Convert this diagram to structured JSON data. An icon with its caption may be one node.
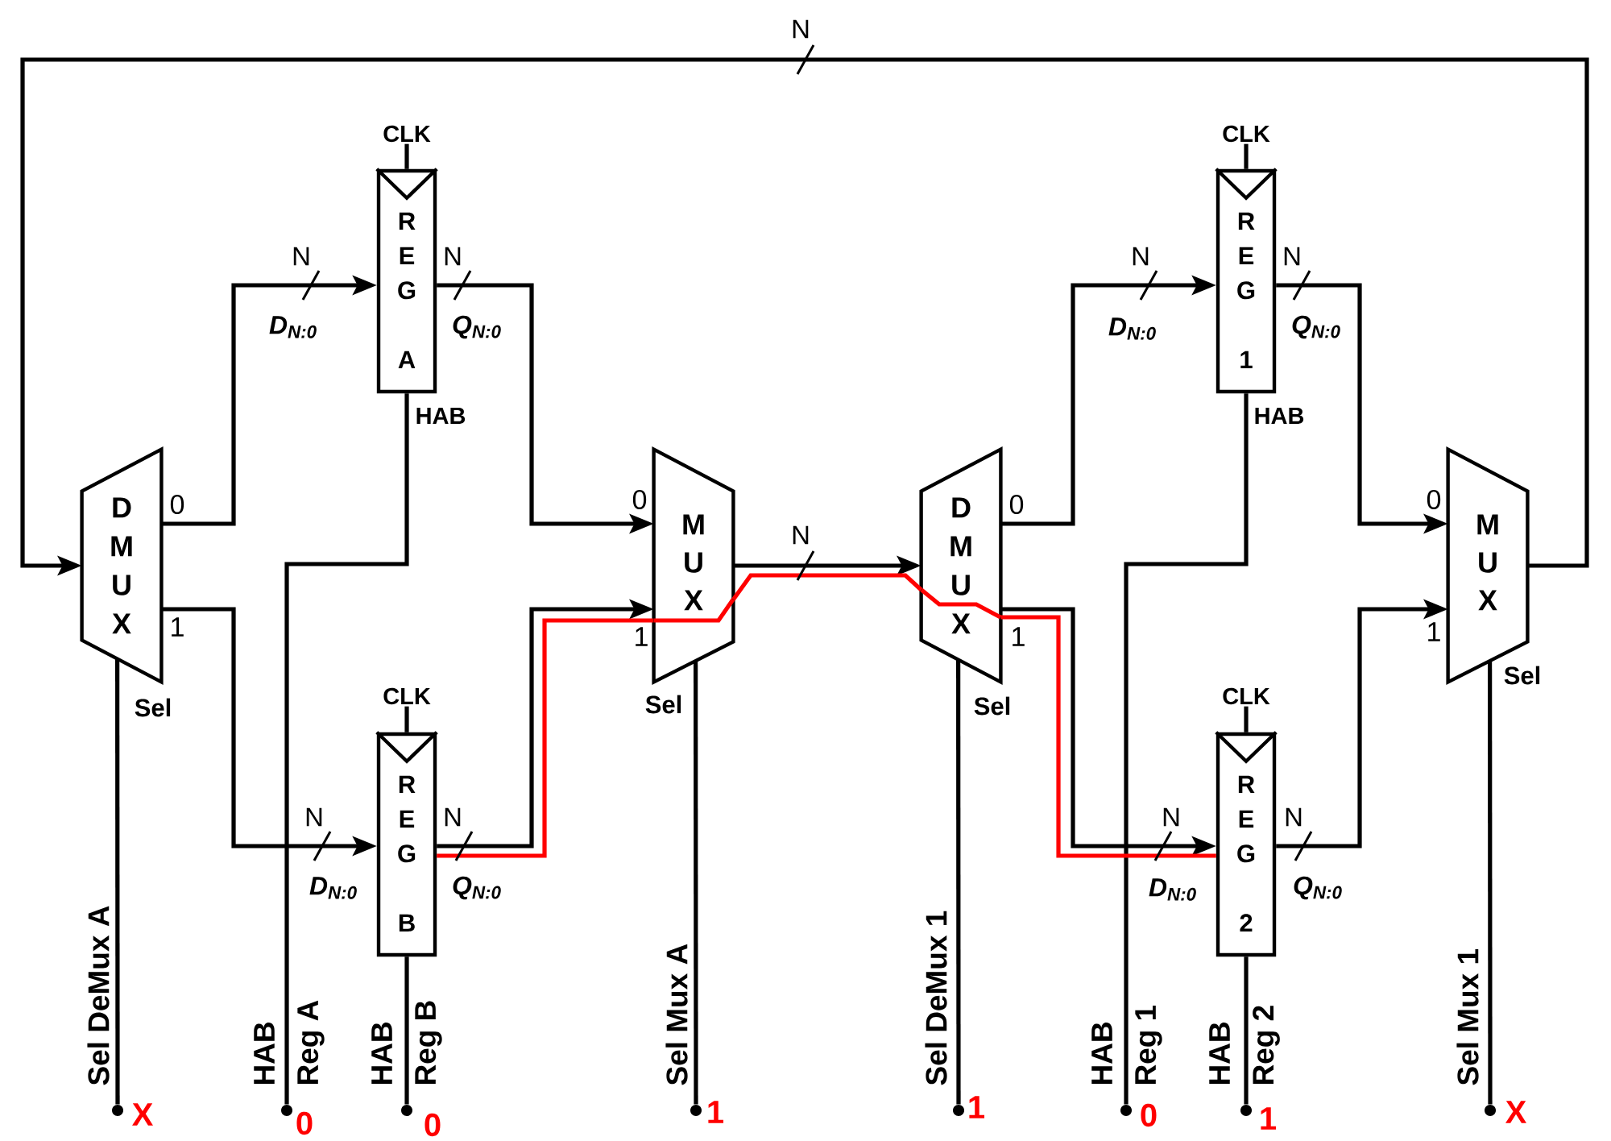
{
  "diagram": {
    "nodes": [
      {
        "text": [
          "CLK"
        ]
      },
      {
        "text": [
          "R E G",
          "A"
        ],
        "beside": [
          "D$_{N:0}$",
          "Q$_{N:0}$",
          "HAB"
        ]
      },
      {
        "text": [
          "CLK"
        ]
      },
      {
        "text": [
          "R E G",
          "1"
        ],
        "beside": [
          "D$_{N:0}$",
          "Q$_{N:0}$",
          "HAB"
        ]
      },
      {
        "text": [
          "D M U X"
        ],
        "beside": [
          "0",
          "1",
          "Sel"
        ]
      },
      {
        "text": [
          "M U X"
        ],
        "beside": [
          "0",
          "1",
          "Sel"
        ]
      },
      {
        "text": [
          "D M U X"
        ],
        "beside": [
          "0",
          "1",
          "Sel"
        ]
      },
      {
        "text": [
          "M U X"
        ],
        "beside": [
          "0",
          "1",
          "Sel"
        ]
      },
      {
        "text": [
          "CLK"
        ]
      },
      {
        "text": [
          "R E G",
          "B"
        ],
        "beside": [
          "D$_{N:0}$",
          "Q$_{N:0}$"
        ]
      },
      {
        "text": [
          "CLK"
        ]
      },
      {
        "text": [
          "R E G",
          "2"
        ],
        "beside": [
          "D$_{N:0}$",
          "Q$_{N:0}$"
        ]
      },
      {
        "text": [],
        "shape": "circle",
        "beside": [
          "Sel DeMux A",
          "X"
        ]
      },
      {
        "text": [],
        "shape": "circle",
        "beside": [
          "HAB",
          "Reg A",
          "0"
        ]
      },
      {
        "text": [],
        "shape": "circle",
        "beside": [
          "HAB",
          "Reg B",
          "0"
        ]
      },
      {
        "text": [],
        "shape": "circle",
        "beside": [
          "Sel Mux A",
          "1"
        ]
      },
      {
        "text": [],
        "shape": "circle",
        "beside": [
          "Sel DeMux 1",
          "1"
        ]
      },
      {
        "text": [],
        "shape": "circle",
        "beside": [
          "HAB",
          "Reg 1",
          "0"
        ]
      },
      {
        "text": [],
        "shape": "circle",
        "beside": [
          "HAB",
          "Reg 2",
          "1"
        ]
      },
      {
        "text": [],
        "shape": "circle",
        "beside": [
          "Sel Mux 1",
          "X"
        ]
      }
    ],
    "edges": [
      {
        "from": 0,
        "to": 1,
        "arrow": "none"
      },
      {
        "from": 2,
        "to": 3,
        "arrow": "none"
      },
      {
        "from": 8,
        "to": 9,
        "arrow": "none"
      },
      {
        "from": 10,
        "to": 11,
        "arrow": "none"
      },
      {
        "from": 4,
        "to": 1,
        "arrow": "to",
        "label": "N"
      },
      {
        "from": 1,
        "to": 5,
        "arrow": "to",
        "label": "N"
      },
      {
        "from": 4,
        "to": 9,
        "arrow": "to",
        "label": "N"
      },
      {
        "from": 9,
        "to": 5,
        "arrow": "to",
        "label": "N"
      },
      {
        "from": 5,
        "to": 6,
        "arrow": "to",
        "label": "N"
      },
      {
        "from": 6,
        "to": 3,
        "arrow": "to",
        "label": "N"
      },
      {
        "from": 3,
        "to": 7,
        "arrow": "to",
        "label": "N"
      },
      {
        "from": 6,
        "to": 11,
        "arrow": "to",
        "label": "N"
      },
      {
        "from": 11,
        "to": 7,
        "arrow": "to",
        "label": "N"
      },
      {
        "from": 7,
        "to": 4,
        "arrow": "to",
        "label": "N"
      },
      {
        "from": 12,
        "to": 4,
        "arrow": "none"
      },
      {
        "from": 13,
        "to": 1,
        "arrow": "none"
      },
      {
        "from": 14,
        "to": 9,
        "arrow": "none"
      },
      {
        "from": 15,
        "to": 5,
        "arrow": "none"
      },
      {
        "from": 16,
        "to": 6,
        "arrow": "none"
      },
      {
        "from": 17,
        "to": 3,
        "arrow": "none"
      },
      {
        "from": 18,
        "to": 11,
        "arrow": "none"
      },
      {
        "from": 19,
        "to": 7,
        "arrow": "none"
      },
      {
        "from": 9,
        "to": 5,
        "arrow": "none",
        "color": "#ff0000"
      },
      {
        "from": 5,
        "to": 6,
        "arrow": "none",
        "color": "#ff0000"
      },
      {
        "from": 6,
        "to": 11,
        "arrow": "none",
        "color": "#ff0000"
      }
    ]
  }
}
